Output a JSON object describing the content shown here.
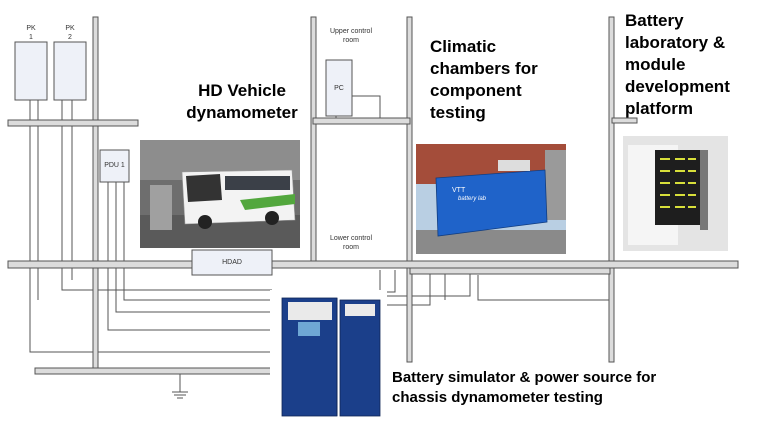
{
  "labels": {
    "pk1": "PK\n1",
    "pk2": "PK\n2",
    "pdu": "PDU 1",
    "pc": "PC",
    "hdad": "HDAD",
    "upper_room": "Upper control\nroom",
    "lower_room": "Lower control\nroom"
  },
  "callouts": {
    "hd_vehicle": "HD Vehicle\ndynamometer",
    "climatic": "Climatic\nchambers for\ncomponent\ntesting",
    "battery_lab": "Battery\nlaboratory &\nmodule\ndevelopment\nplatform",
    "battery_sim": "Battery simulator & power source for\nchassis dynamometer testing"
  },
  "photos": {
    "bus_livery": "",
    "container_text": "battery lab",
    "container_logo": "VTT"
  },
  "colors": {
    "line": "#555555",
    "beam_fill": "#dcdcdc",
    "box_fill": "#eef1f8",
    "container_blue": "#1f63c9",
    "cabinet_blue": "#1b3f8a"
  }
}
